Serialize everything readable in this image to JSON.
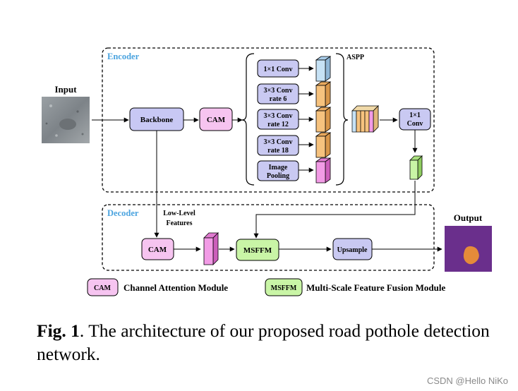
{
  "diagram": {
    "input_label": "Input",
    "output_label": "Output",
    "encoder_label": "Encoder",
    "decoder_label": "Decoder",
    "aspp_label": "ASPP",
    "backbone": "Backbone",
    "cam_encoder": "CAM",
    "aspp_branches": [
      {
        "line1": "1×1 Conv",
        "line2": ""
      },
      {
        "line1": "3×3 Conv",
        "line2": "rate 6"
      },
      {
        "line1": "3×3 Conv",
        "line2": "rate 12"
      },
      {
        "line1": "3×3 Conv",
        "line2": "rate 18"
      },
      {
        "line1": "Image",
        "line2": "Pooling"
      }
    ],
    "conv1x1": {
      "line1": "1×1",
      "line2": "Conv"
    },
    "low_level": {
      "line1": "Low-Level",
      "line2": "Features"
    },
    "cam_decoder": "CAM",
    "msffm": "MSFFM",
    "upsample": "Upsample",
    "legend": {
      "cam_key": "CAM",
      "cam_text": "Channel Attention Module",
      "msffm_key": "MSFFM",
      "msffm_text": "Multi-Scale Feature Fusion Module"
    },
    "colors": {
      "encoder_label": "#4aa3df",
      "aspp_label": "#e87722",
      "backbone_fill": "#c8c8f4",
      "cam_fill": "#f6c4f0",
      "msffm_fill": "#c9f5a6",
      "aspp_branch_fill": "#c9c9f2",
      "output_bg": "#6a2f8c",
      "output_blob": "#e58b3a"
    }
  },
  "caption": {
    "fig": "Fig. 1",
    "text": ". The architecture of our proposed road pothole detection network."
  },
  "watermark": "CSDN @Hello NiKo"
}
